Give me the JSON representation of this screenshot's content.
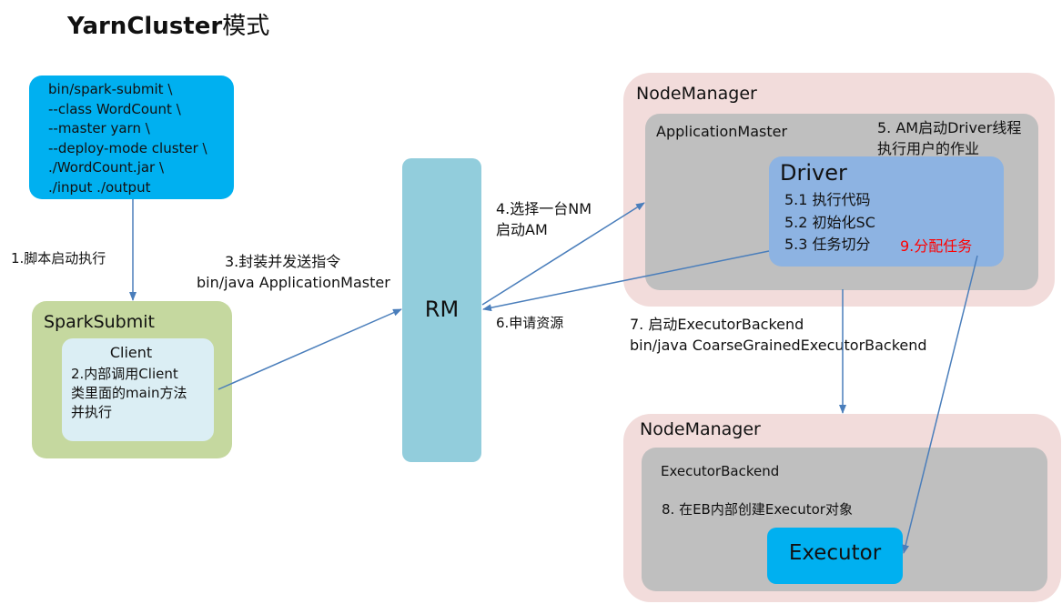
{
  "title": {
    "main": "YarnCluster",
    "suffix": "模式"
  },
  "command_box": {
    "lines": [
      "bin/spark-submit \\",
      "--class WordCount \\",
      "--master yarn \\",
      "--deploy-mode cluster \\",
      "./WordCount.jar \\",
      "./input ./output"
    ]
  },
  "spark_submit": {
    "label": "SparkSubmit",
    "client": {
      "label": "Client",
      "desc": [
        "2.内部调用Client",
        "类里面的main方法",
        "并执行"
      ]
    }
  },
  "rm": {
    "label": "RM"
  },
  "node_manager_top": {
    "label": "NodeManager",
    "application_master": {
      "label": "ApplicationMaster",
      "note": [
        "5. AM启动Driver线程",
        "执行用户的作业"
      ]
    },
    "driver": {
      "label": "Driver",
      "steps": [
        "5.1 执行代码",
        "5.2 初始化SC",
        "5.3 任务切分"
      ],
      "assign": "9.分配任务"
    }
  },
  "node_manager_bottom": {
    "label": "NodeManager",
    "executor_backend": {
      "label": "ExecutorBackend",
      "note": "8. 在EB内部创建Executor对象"
    },
    "executor": {
      "label": "Executor"
    }
  },
  "edges": {
    "step1": "1.脚本启动执行",
    "step3": [
      "3.封装并发送指令",
      "bin/java ApplicationMaster"
    ],
    "step4": [
      "4.选择一台NM",
      "启动AM"
    ],
    "step6": "6.申请资源",
    "step7": [
      "7. 启动ExecutorBackend",
      "bin/java CoarseGrainedExecutorBackend"
    ]
  },
  "colors": {
    "command_box": "#00b0f0",
    "spark_submit": "#c5d89f",
    "client": "#dbeef4",
    "rm": "#92cddc",
    "node_manager": "#f2dcdb",
    "container": "#bfbfbf",
    "driver": "#8db3e2",
    "executor": "#00b0f0",
    "arrow": "#4a7ebb",
    "highlight": "#ff0000"
  }
}
